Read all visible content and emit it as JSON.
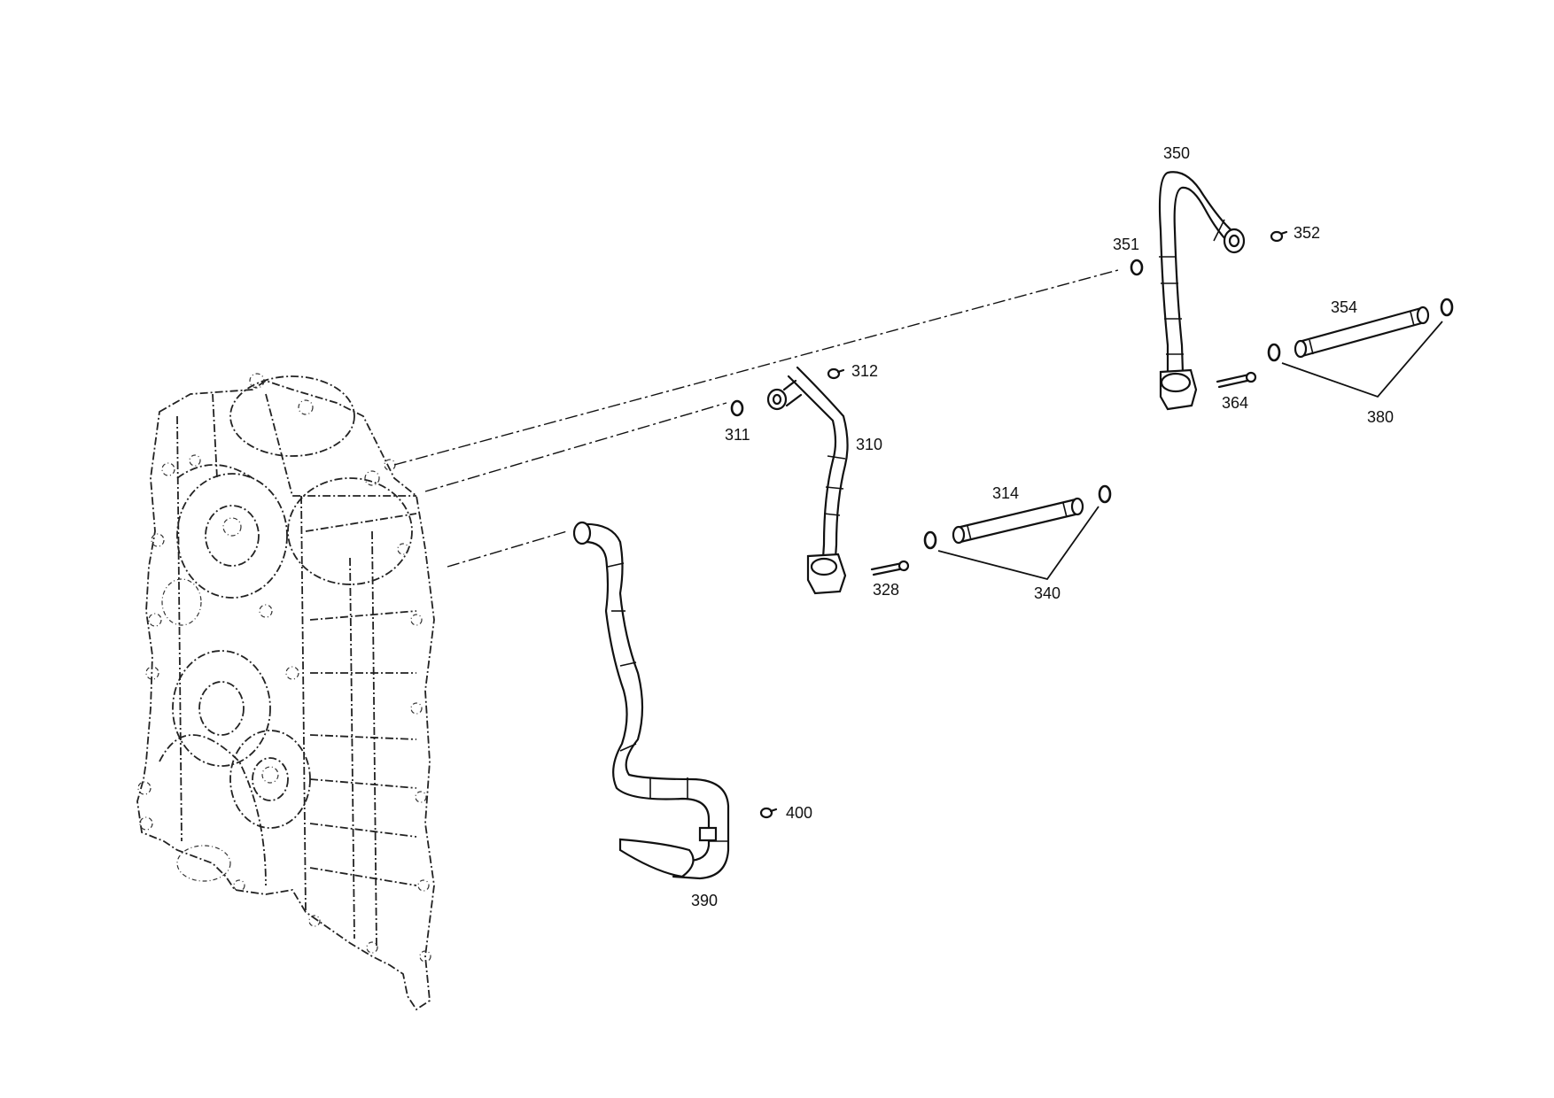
{
  "labels": {
    "p350": "350",
    "p351": "351",
    "p352": "352",
    "p354": "354",
    "p364": "364",
    "p380": "380",
    "p311": "311",
    "p312": "312",
    "p310": "310",
    "p314": "314",
    "p328": "328",
    "p340": "340",
    "p390": "390",
    "p400": "400"
  }
}
